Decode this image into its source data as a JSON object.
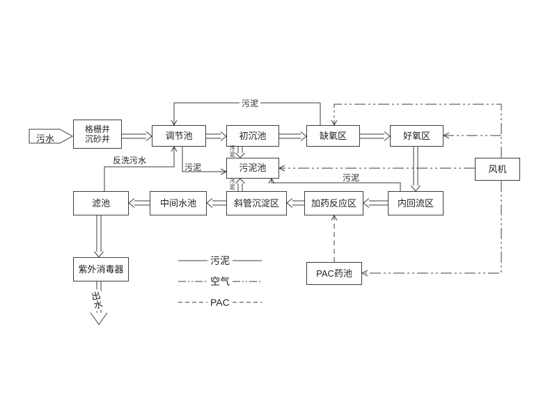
{
  "diagram": {
    "input": {
      "label": "污水"
    },
    "nodes": {
      "grit_well": {
        "line1": "格栅井",
        "line2": "沉砂井"
      },
      "regulation_tank": {
        "label": "调节池"
      },
      "primary_sedimentation": {
        "label": "初沉池"
      },
      "anoxic_zone": {
        "label": "缺氧区"
      },
      "aerobic_zone": {
        "label": "好氧区"
      },
      "sludge_tank": {
        "label": "污泥池"
      },
      "blower": {
        "label": "风机"
      },
      "filter_tank": {
        "label": "滤池"
      },
      "intermediate_tank": {
        "label": "中间水池"
      },
      "inclined_tube_zone": {
        "label": "斜管沉淀区"
      },
      "dosing_reaction_zone": {
        "label": "加药反应区"
      },
      "internal_recirculation_zone": {
        "label": "内回流区"
      },
      "uv_disinfector": {
        "label": "紫外消毒器"
      },
      "pac_tank": {
        "label": "PAC药池"
      }
    },
    "line_labels": {
      "sludge_return_top": "污泥",
      "backwash_water": "反洗污水",
      "sludge_to_sludge_tank": "污泥",
      "sludge_primary_down": "污泥",
      "sludge_inclined_up": "污泥",
      "sludge_from_recirculation": "污泥",
      "effluent": "出水"
    },
    "legend": {
      "sludge": {
        "label": "污泥",
        "style": "solid"
      },
      "air": {
        "label": "空气",
        "style": "dash-dot-dot"
      },
      "pac": {
        "label": "PAC",
        "style": "dashed"
      }
    },
    "colors": {
      "line": "#3a3a3a",
      "text": "#1d1d1d",
      "background": "#ffffff"
    }
  }
}
